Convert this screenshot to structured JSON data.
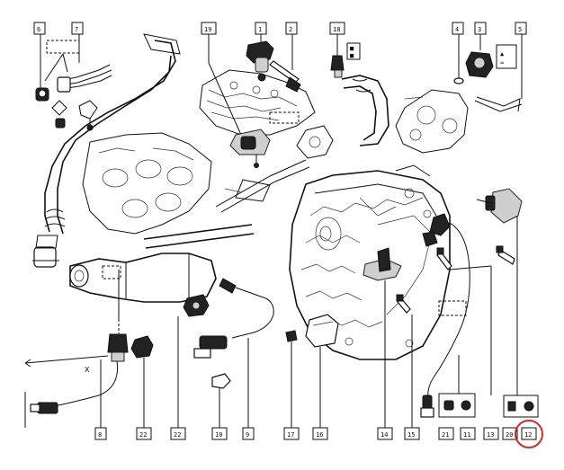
{
  "accent_color": "#d62828",
  "callouts": [
    {
      "id": "c6",
      "label": "6"
    },
    {
      "id": "c7",
      "label": "7"
    },
    {
      "id": "c19",
      "label": "19"
    },
    {
      "id": "c1",
      "label": "1"
    },
    {
      "id": "c2",
      "label": "2"
    },
    {
      "id": "c18",
      "label": "18"
    },
    {
      "id": "c4",
      "label": "4"
    },
    {
      "id": "c3",
      "label": "3"
    },
    {
      "id": "c5",
      "label": "5"
    },
    {
      "id": "c8",
      "label": "8"
    },
    {
      "id": "c22a",
      "label": "22"
    },
    {
      "id": "c22b",
      "label": "22"
    },
    {
      "id": "c10",
      "label": "10"
    },
    {
      "id": "c9",
      "label": "9"
    },
    {
      "id": "c17",
      "label": "17"
    },
    {
      "id": "c16",
      "label": "16"
    },
    {
      "id": "c14",
      "label": "14"
    },
    {
      "id": "c15",
      "label": "15"
    },
    {
      "id": "c21",
      "label": "21"
    },
    {
      "id": "c11",
      "label": "11"
    },
    {
      "id": "c13",
      "label": "13"
    },
    {
      "id": "c20",
      "label": "20"
    },
    {
      "id": "c12",
      "label": "12"
    }
  ],
  "highlighted_callout": "12",
  "dimension_label": "X"
}
